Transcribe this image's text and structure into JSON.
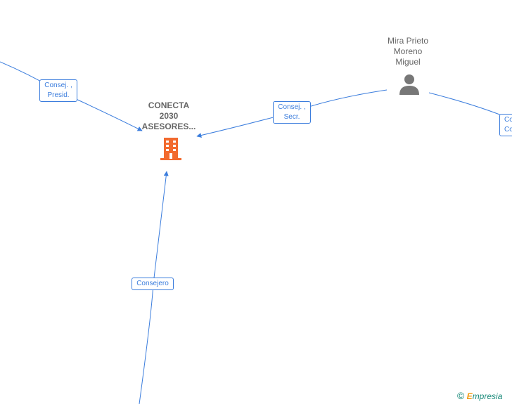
{
  "nodes": {
    "company": {
      "lines": [
        "CONECTA",
        "2030",
        "ASESORES..."
      ],
      "icon": "building-icon",
      "color": "#f26a2e"
    },
    "person": {
      "lines": [
        "Mira Prieto",
        "Moreno",
        "Miguel"
      ],
      "icon": "person-icon",
      "color": "#777777"
    }
  },
  "edges": {
    "presid": {
      "lines": [
        "Consej. ,",
        "Presid."
      ]
    },
    "secr": {
      "lines": [
        "Consej. ,",
        "Secr."
      ]
    },
    "consejero": {
      "lines": [
        "Consejero"
      ]
    },
    "right_cut": {
      "lines": [
        "Co",
        "Co"
      ]
    }
  },
  "colors": {
    "edge": "#3b7ddd",
    "text": "#666666"
  },
  "watermark": {
    "symbol": "©",
    "brand_initial": "E",
    "brand_rest": "mpresia"
  }
}
